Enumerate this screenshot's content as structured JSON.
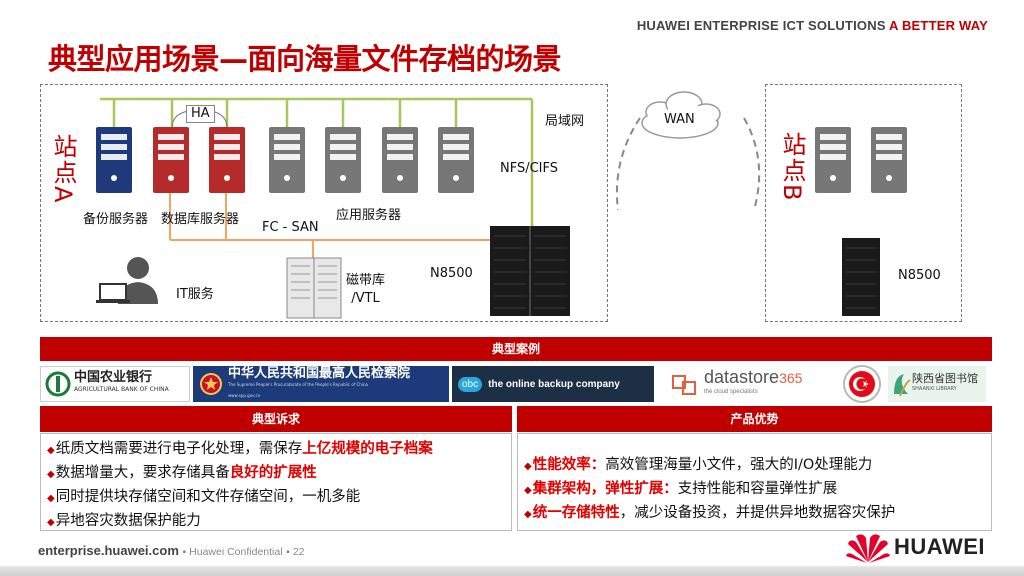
{
  "header": {
    "tagline_main": "HUAWEI ENTERPRISE ICT SOLUTIONS",
    "tagline_accent": "A BETTER WAY",
    "title": "典型应用场景—面向海量文件存档的场景"
  },
  "diagram": {
    "site_a": "站点A",
    "site_b": "站点B",
    "ha": "HA",
    "lan": "局域网",
    "wan": "WAN",
    "nfs_cifs": "NFS/CIFS",
    "backup_server": "备份服务器",
    "db_server": "数据库服务器",
    "app_server": "应用服务器",
    "fc_san": "FC - SAN",
    "it_service": "IT服务",
    "tape_lib": "磁带库",
    "tape_lib_2": "/VTL",
    "n8500_a": "N8500",
    "n8500_b": "N8500"
  },
  "cases": {
    "title": "典型案例",
    "logos": {
      "abc_cn": "中国农业银行",
      "abc_en": "AGRICULTURAL BANK OF CHINA",
      "spp_cn": "中华人民共和国最高人民检察院",
      "spp_en": "The Supreme People's Procuratorate of the People's Republic of China",
      "spp_url": "www.spp.gov.cn",
      "obc_badge": "obc",
      "obc_text": "the online backup company",
      "ds_text": "datastore",
      "ds_num": "365",
      "ds_sub": "the cloud specialists",
      "lib_cn": "陕西省图书馆",
      "lib_en": "SHAANXI LIBRARY"
    }
  },
  "requirements": {
    "title": "典型诉求",
    "items": [
      {
        "pre": "纸质文档需要进行电子化处理，需保存",
        "hl": "上亿规模的电子档案",
        "post": ""
      },
      {
        "pre": "数据增量大，要求存储具备",
        "hl": "良好的扩展性",
        "post": ""
      },
      {
        "pre": "同时提供块存储空间和文件存储空间，一机多能",
        "hl": "",
        "post": ""
      },
      {
        "pre": "异地容灾数据保护能力",
        "hl": "",
        "post": ""
      }
    ]
  },
  "advantages": {
    "title": "产品优势",
    "items": [
      {
        "pre": "",
        "hl": "性能效率：",
        "post": "高效管理海量小文件，强大的I/O处理能力"
      },
      {
        "pre": "",
        "hl": "集群架构，弹性扩展：",
        "post": "支持性能和容量弹性扩展"
      },
      {
        "pre": "",
        "hl": "统一存储特性",
        "post": "，减少设备投资，并提供异地数据容灾保护"
      }
    ]
  },
  "footer": {
    "site": "enterprise.huawei.com",
    "confidential": "Huawei Confidential",
    "page": "22",
    "brand": "HUAWEI"
  },
  "colors": {
    "brand_red": "#c00000",
    "highlight_red": "#e00000",
    "lan_green": "#a6c85a",
    "san_orange": "#f4a460"
  }
}
